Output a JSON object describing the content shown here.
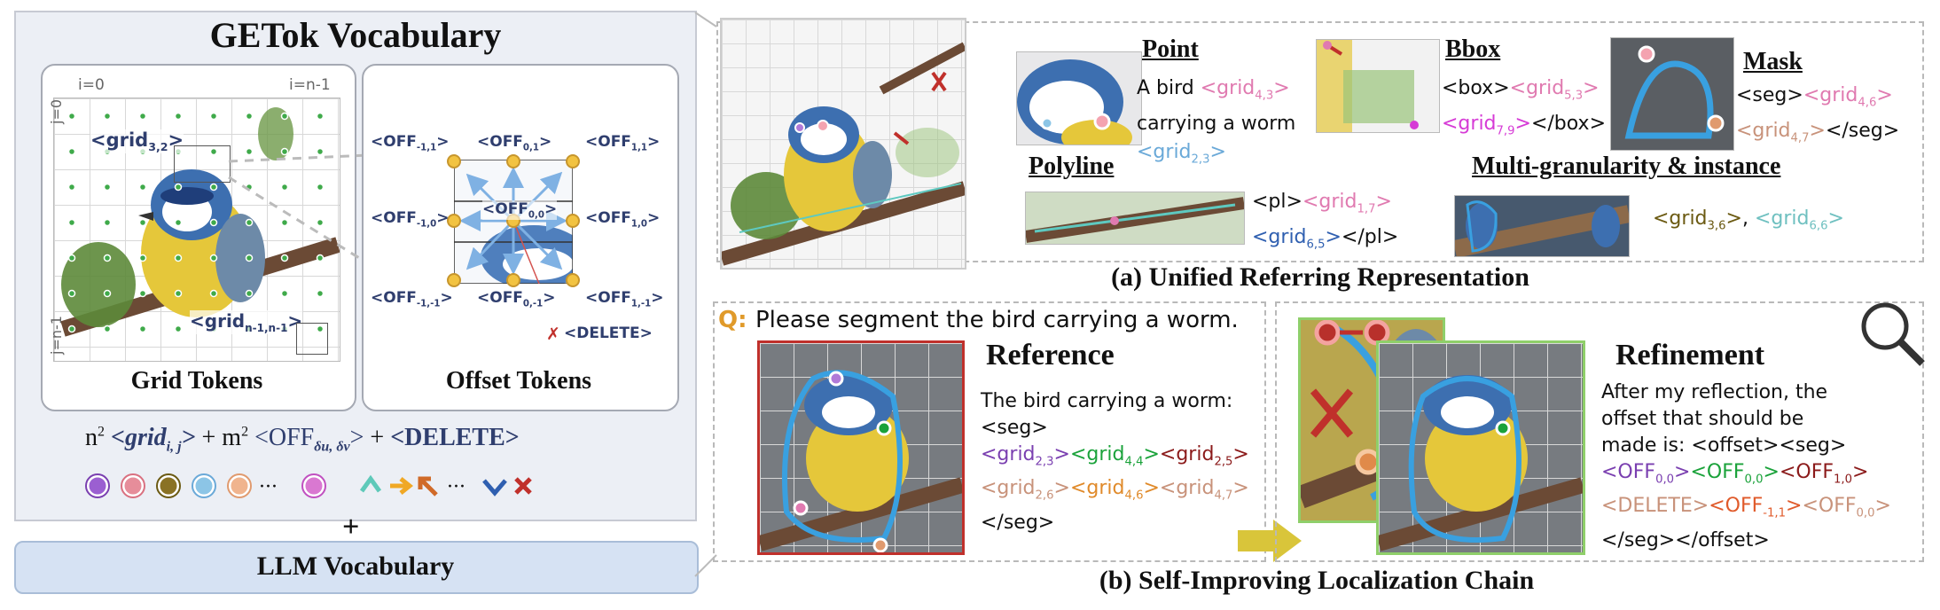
{
  "vocab": {
    "title": "GETok Vocabulary",
    "i0": "i=0",
    "in1": "i=n-1",
    "j0": "j=0",
    "jn1": "j=n-1",
    "grid_tokens": "Grid Tokens",
    "offset_tokens": "Offset Tokens",
    "grid_label_top": "<grid",
    "grid_label_top_sub": "3,2",
    "grid_label_bot": "<grid",
    "grid_label_bot_sub": "n-1,n-1",
    "off_labels": {
      "tl": "<OFF",
      "tl_sub": "-1,1",
      "tm": "<OFF",
      "tm_sub": "0,1",
      "tr": "<OFF",
      "tr_sub": "1,1",
      "ml": "<OFF",
      "ml_sub": "-1,0",
      "mm": "<OFF",
      "mm_sub": "0,0",
      "mr": "<OFF",
      "mr_sub": "1,0",
      "bl": "<OFF",
      "bl_sub": "-1,-1",
      "bm": "<OFF",
      "bm_sub": "0,-1",
      "br": "<OFF",
      "br_sub": "1,-1",
      "delete": "<DELETE>"
    },
    "formula_a": "n",
    "formula_b": "<grid",
    "formula_b_sub": "i, j",
    "formula_c": "> + m",
    "formula_d": "<OFF",
    "formula_d_sub": "δu, δv",
    "formula_e": "> + ",
    "formula_f": "<DELETE>",
    "formula_pre": " + ",
    "ellipsis": "···",
    "plus": "+",
    "llm_vocab": "LLM Vocabulary"
  },
  "unified": {
    "point_title": "Point",
    "point_text1": "A bird ",
    "point_grid": "<grid",
    "point_grid_sub": "4,3",
    "point_grid_end": ">",
    "point_text2": "carrying a worm",
    "point_grid2": "<grid",
    "point_grid2_sub": "2,3",
    "point_grid2_end": ">",
    "bbox_title": "Bbox",
    "bbox_line1a": "<box>",
    "bbox_line1b": "<grid",
    "bbox_line1b_sub": "5,3",
    "bbox_line1b_end": ">",
    "bbox_line2a": "<grid",
    "bbox_line2a_sub": "7,9",
    "bbox_line2a_end": ">",
    "bbox_line2b": "</box>",
    "mask_title": "Mask",
    "mask_line1a": "<seg>",
    "mask_line1b": "<grid",
    "mask_line1b_sub": "4,6",
    "mask_line1b_end": ">",
    "mask_line2a": "<grid",
    "mask_line2a_sub": "4,7",
    "mask_line2a_end": ">",
    "mask_line2b": "</seg>",
    "polyline_title": "Polyline",
    "pl_line1a": "<pl>",
    "pl_line1b": "<grid",
    "pl_line1b_sub": "1,7",
    "pl_line1b_end": ">",
    "pl_line2a": "<grid",
    "pl_line2a_sub": "6,5",
    "pl_line2a_end": ">",
    "pl_line2b": "</pl>",
    "multi_title": "Multi-granularity & instance",
    "multi_a": "<grid",
    "multi_a_sub": "3,6",
    "multi_a_end": ">",
    "multi_sep": ", ",
    "multi_b": "<grid",
    "multi_b_sub": "6,6",
    "multi_b_end": ">",
    "caption": "(a) Unified Referring Representation"
  },
  "chain": {
    "q_label": "Q:",
    "question": "Please segment the bird carrying a worm.",
    "ref_title": "Reference",
    "ref_l1": "The bird carrying a worm:",
    "ref_l2": "<seg>",
    "ref_g1": "<grid",
    "ref_g1_sub": "2,3",
    "ref_g1_end": ">",
    "ref_g2": "<grid",
    "ref_g2_sub": "4,4",
    "ref_g2_end": ">",
    "ref_g3": "<grid",
    "ref_g3_sub": "2,5",
    "ref_g3_end": ">",
    "ref_g4": "<grid",
    "ref_g4_sub": "2,6",
    "ref_g4_end": ">",
    "ref_g5": "<grid",
    "ref_g5_sub": "4,6",
    "ref_g5_end": ">",
    "ref_g6": "<grid",
    "ref_g6_sub": "4,7",
    "ref_g6_end": ">",
    "ref_end": "</seg>",
    "refine_title": "Refinement",
    "refine_l1": "After my reflection, the",
    "refine_l2": "offset that should be",
    "refine_l3": "made is: <offset><seg>",
    "r_o1": "<OFF",
    "r_o1_sub": "0,0",
    "r_o1_end": ">",
    "r_o2": "<OFF",
    "r_o2_sub": "0,0",
    "r_o2_end": ">",
    "r_o3": "<OFF",
    "r_o3_sub": "1,0",
    "r_o3_end": ">",
    "r_del": "<DELETE>",
    "r_o4": "<OFF",
    "r_o4_sub": "-1,1",
    "r_o4_end": ">",
    "r_o5": "<OFF",
    "r_o5_sub": "0,0",
    "r_o5_end": ">",
    "refine_end": "</seg></offset>",
    "caption": "(b) Self-Improving Localization Chain"
  },
  "colors": {
    "navy": "#2f3e6e",
    "purple": "#7a3fb0",
    "green": "#1aa23a",
    "darkred": "#8b1a1a",
    "tan": "#c8927a",
    "orange": "#e08a2a",
    "pink": "#e07ab0",
    "teal": "#6fc0c0",
    "olive": "#6b5a12",
    "skyblue": "#6aa9d8",
    "magenta": "#d63bd6"
  }
}
